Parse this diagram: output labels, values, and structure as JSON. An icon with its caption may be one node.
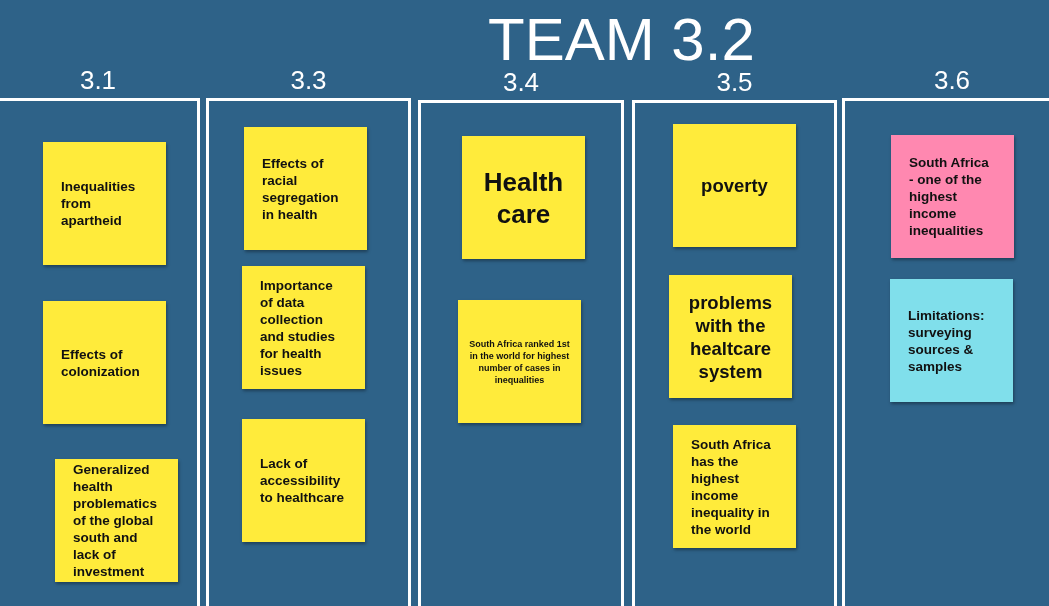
{
  "diagram": {
    "title": "TEAM 3.2",
    "nodes": [
      {
        "text": [
          "3.1"
        ]
      },
      {
        "text": [
          "Inequalities from apartheid"
        ],
        "in": 0
      },
      {
        "text": [
          "Effects of colonization"
        ],
        "in": 0
      },
      {
        "text": [
          "Generalized health problematics of the global south and lack of investment"
        ],
        "in": 0
      },
      {
        "text": [
          "3.3"
        ]
      },
      {
        "text": [
          "Effects of racial segregation in health"
        ],
        "in": 4
      },
      {
        "text": [
          "Importance of data collection and studies for health issues"
        ],
        "in": 4
      },
      {
        "text": [
          "Lack of accessibility to healthcare"
        ],
        "in": 4
      },
      {
        "text": [
          "3.4"
        ]
      },
      {
        "text": [
          "Health care"
        ],
        "in": 8
      },
      {
        "text": [
          "South Africa ranked 1st in the world for highest number of cases in inequalities"
        ],
        "in": 8
      },
      {
        "text": [
          "3.5"
        ]
      },
      {
        "text": [
          "poverty"
        ],
        "in": 11
      },
      {
        "text": [
          "problems with the healtcare system"
        ],
        "in": 11
      },
      {
        "text": [
          "South Africa has the highest income inequality in the world"
        ],
        "in": 11
      },
      {
        "text": [
          "3.6"
        ]
      },
      {
        "text": [
          "South Africa - one of the highest income inequalities"
        ],
        "in": 15
      },
      {
        "text": [
          "Limitations: surveying sources & samples"
        ],
        "in": 15
      }
    ],
    "edges": []
  }
}
